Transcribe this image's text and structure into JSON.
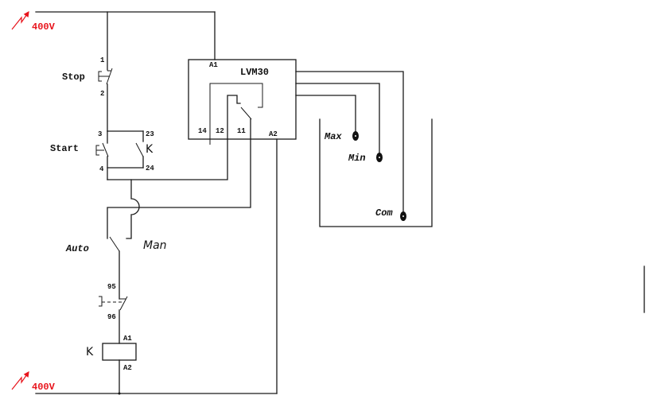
{
  "supply": {
    "top_voltage": "400V",
    "bottom_voltage": "400V",
    "color": "#e8141c"
  },
  "stop_button": {
    "label": "Stop",
    "pin_top": "1",
    "pin_bottom": "2"
  },
  "start_button": {
    "label": "Start",
    "pin_top": "3",
    "pin_bottom": "4"
  },
  "holding_contact": {
    "label": "K",
    "pin_top": "23",
    "pin_bottom": "24"
  },
  "selector": {
    "left_label": "Auto",
    "right_label": "Man"
  },
  "overload": {
    "pin_top": "95",
    "pin_bottom": "96"
  },
  "coil": {
    "label": "K",
    "pin_top": "A1",
    "pin_bottom": "A2"
  },
  "relay": {
    "name": "LVM30",
    "pin_a1": "A1",
    "pin_a2": "A2",
    "pin_14": "14",
    "pin_12": "12",
    "pin_11": "11"
  },
  "tank": {
    "probe_max": "Max",
    "probe_min": "Min",
    "probe_com": "Com"
  }
}
